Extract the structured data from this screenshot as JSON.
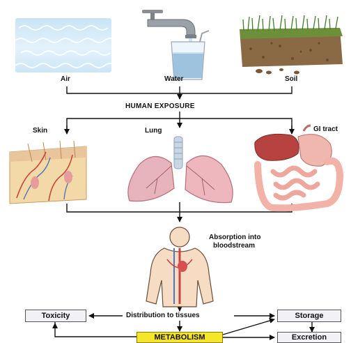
{
  "sources": {
    "air": "Air",
    "water": "Water",
    "soil": "Soil"
  },
  "human_exposure": "HUMAN EXPOSURE",
  "routes": {
    "skin": "Skin",
    "lung": "Lung",
    "gi_tract": "GI tract"
  },
  "absorption": {
    "line1": "Absorption into",
    "line2": "bloodstream"
  },
  "outcomes": {
    "toxicity": "Toxicity",
    "distribution": "Distribution to tissues",
    "storage": "Storage",
    "metabolism": "METABOLISM",
    "excretion": "Excretion"
  },
  "colors": {
    "metabolism_fill": "#f5e62a",
    "box_fill": "#f1f1f6",
    "lung_pink": "#eeb6bd",
    "organ_red": "#d35b5b"
  }
}
